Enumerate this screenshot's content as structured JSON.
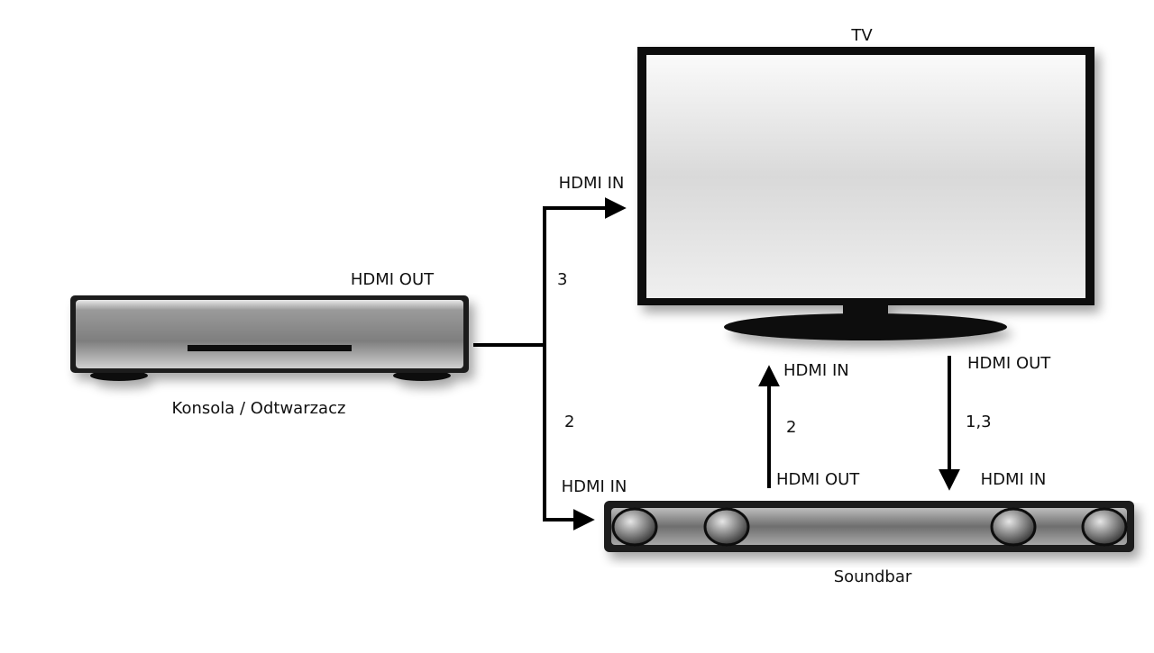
{
  "devices": {
    "tv": {
      "name": "TV"
    },
    "console": {
      "name": "Konsola / Odtwarzacz",
      "port": "HDMI OUT"
    },
    "soundbar": {
      "name": "Soundbar"
    }
  },
  "ports": {
    "tv_in_from_console": "HDMI IN",
    "tv_in_from_soundbar": "HDMI IN",
    "tv_out_to_soundbar": "HDMI OUT",
    "soundbar_in_from_console": "HDMI IN",
    "soundbar_out_to_tv": "HDMI OUT",
    "soundbar_in_from_tv": "HDMI IN"
  },
  "connections": [
    {
      "id": "console-to-tv",
      "label": "3"
    },
    {
      "id": "console-to-soundbar",
      "label": "2"
    },
    {
      "id": "soundbar-to-tv",
      "label": "2"
    },
    {
      "id": "tv-to-soundbar",
      "label": "1,3"
    }
  ],
  "colors": {
    "line": "#000000",
    "screen_light": "#f4f4f4",
    "screen_dark": "#cfcfcf",
    "device_body": "#8a8a8a",
    "device_frame": "#2a2a2a"
  }
}
